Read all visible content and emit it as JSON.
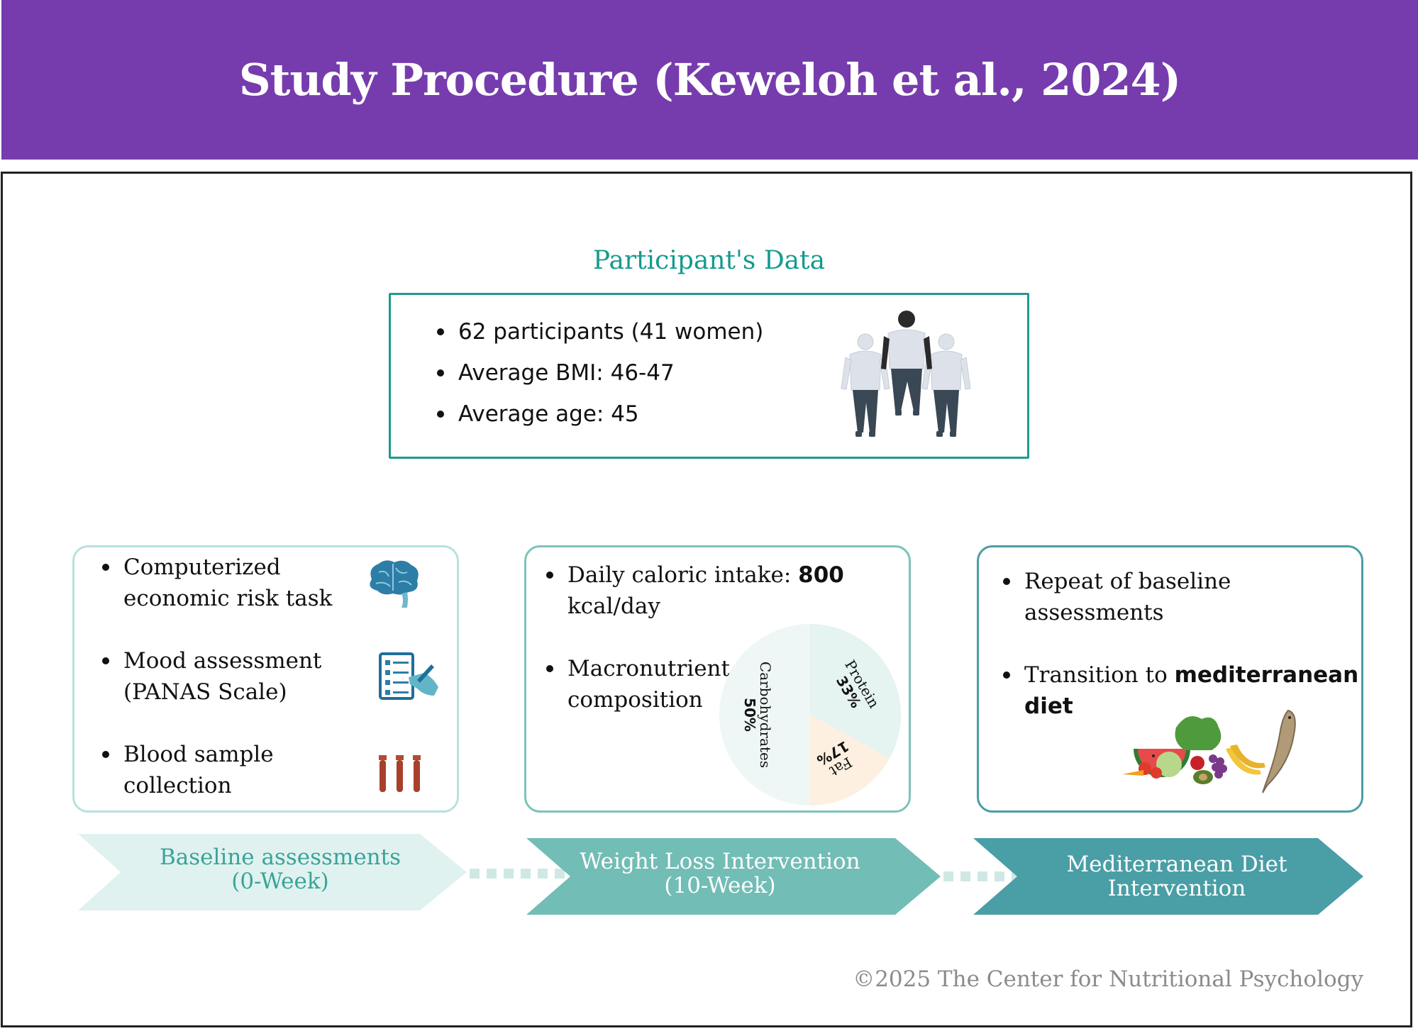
{
  "title": "Study Procedure (Keweloh et al., 2024)",
  "participants": {
    "heading": "Participant's Data",
    "items": [
      "62 participants (41 women)",
      "Average BMI: 46-47",
      "Average age: 45"
    ]
  },
  "baseline_panel": {
    "items": [
      {
        "line1": "Computerized",
        "line2": "economic risk task"
      },
      {
        "line1": "Mood assessment",
        "line2": "(PANAS Scale)"
      },
      {
        "line1": "Blood sample",
        "line2": "collection"
      }
    ]
  },
  "weightloss_panel": {
    "item1_prefix": "Daily caloric intake: ",
    "item1_bold": "800",
    "item1_line2": "kcal/day",
    "item2_line1": "Macronutrient",
    "item2_line2": "composition"
  },
  "mediterranean_panel": {
    "item1_line1": "Repeat of baseline",
    "item1_line2": "assessments",
    "item2_prefix": "Transition to ",
    "item2_bold1": "mediterranean",
    "item2_bold2": "diet"
  },
  "chart_data": {
    "type": "pie",
    "slices": [
      {
        "label": "Protein",
        "value_label": "33%",
        "value": 33,
        "color": "#e5f3f1"
      },
      {
        "label": "Fat",
        "value_label": "17%",
        "value": 17,
        "color": "#fdf0e0"
      },
      {
        "label": "Carbohydrates",
        "value_label": "50%",
        "value": 50,
        "color": "#eef7f5"
      }
    ]
  },
  "phases": [
    {
      "line1": "Baseline assessments",
      "line2": "(0-Week)",
      "fill": "#e0f2ef",
      "text_color": "#3aa39a"
    },
    {
      "line1": "Weight Loss Intervention",
      "line2": "(10-Week)",
      "fill": "#72bdb5",
      "text_color": "#ffffff"
    },
    {
      "line1": "Mediterranean Diet",
      "line2": "Intervention",
      "fill": "#4a9ea6",
      "text_color": "#ffffff"
    }
  ],
  "connector_color": "#cfe8e4",
  "copyright": "©2025 The Center for Nutritional Psychology",
  "colors": {
    "header": "#763cad",
    "teal": "#1f9a90"
  }
}
